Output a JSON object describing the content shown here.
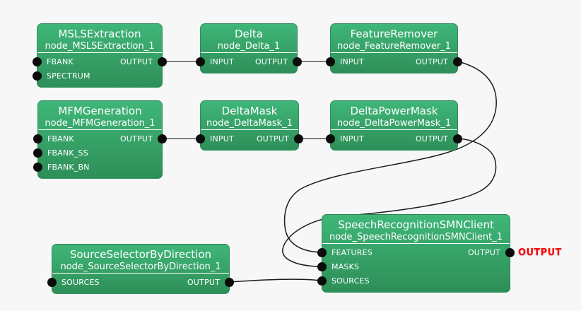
{
  "canvas": {
    "background": "#f7f7f7"
  },
  "colors": {
    "node_gradient_top": "#3fb678",
    "node_gradient_bottom": "#2e8f58",
    "node_text": "#ffffff",
    "port": "#0b0b0b",
    "wire_short": "#7f7f7f",
    "wire_long": "#1c1c1c",
    "terminal_label": "#ff0000"
  },
  "terminal": {
    "label": "OUTPUT"
  },
  "nodes": [
    {
      "title": "MSLSExtraction",
      "name": "node_MSLSExtraction_1",
      "inputs": [
        "FBANK",
        "SPECTRUM"
      ],
      "outputs": [
        "OUTPUT"
      ]
    },
    {
      "title": "Delta",
      "name": "node_Delta_1",
      "inputs": [
        "INPUT"
      ],
      "outputs": [
        "OUTPUT"
      ]
    },
    {
      "title": "FeatureRemover",
      "name": "node_FeatureRemover_1",
      "inputs": [
        "INPUT"
      ],
      "outputs": [
        "OUTPUT"
      ]
    },
    {
      "title": "MFMGeneration",
      "name": "node_MFMGeneration_1",
      "inputs": [
        "FBANK",
        "FBANK_SS",
        "FBANK_BN"
      ],
      "outputs": [
        "OUTPUT"
      ]
    },
    {
      "title": "DeltaMask",
      "name": "node_DeltaMask_1",
      "inputs": [
        "INPUT"
      ],
      "outputs": [
        "OUTPUT"
      ]
    },
    {
      "title": "DeltaPowerMask",
      "name": "node_DeltaPowerMask_1",
      "inputs": [
        "INPUT"
      ],
      "outputs": [
        "OUTPUT"
      ]
    },
    {
      "title": "SpeechRecognitionSMNClient",
      "name": "node_SpeechRecognitionSMNClient_1",
      "inputs": [
        "FEATURES",
        "MASKS",
        "SOURCES"
      ],
      "outputs": [
        "OUTPUT"
      ]
    },
    {
      "title": "SourceSelectorByDirection",
      "name": "node_SourceSelectorByDirection_1",
      "inputs": [
        "SOURCES"
      ],
      "outputs": [
        "OUTPUT"
      ]
    }
  ],
  "connections": [
    {
      "from": "node_MSLSExtraction_1.OUTPUT",
      "to": "node_Delta_1.INPUT"
    },
    {
      "from": "node_Delta_1.OUTPUT",
      "to": "node_FeatureRemover_1.INPUT"
    },
    {
      "from": "node_MFMGeneration_1.OUTPUT",
      "to": "node_DeltaMask_1.INPUT"
    },
    {
      "from": "node_DeltaMask_1.OUTPUT",
      "to": "node_DeltaPowerMask_1.INPUT"
    },
    {
      "from": "node_FeatureRemover_1.OUTPUT",
      "to": "node_SpeechRecognitionSMNClient_1.FEATURES"
    },
    {
      "from": "node_DeltaPowerMask_1.OUTPUT",
      "to": "node_SpeechRecognitionSMNClient_1.MASKS"
    },
    {
      "from": "node_SourceSelectorByDirection_1.OUTPUT",
      "to": "node_SpeechRecognitionSMNClient_1.SOURCES"
    },
    {
      "from": "node_SpeechRecognitionSMNClient_1.OUTPUT",
      "to": "OUTPUT"
    }
  ]
}
